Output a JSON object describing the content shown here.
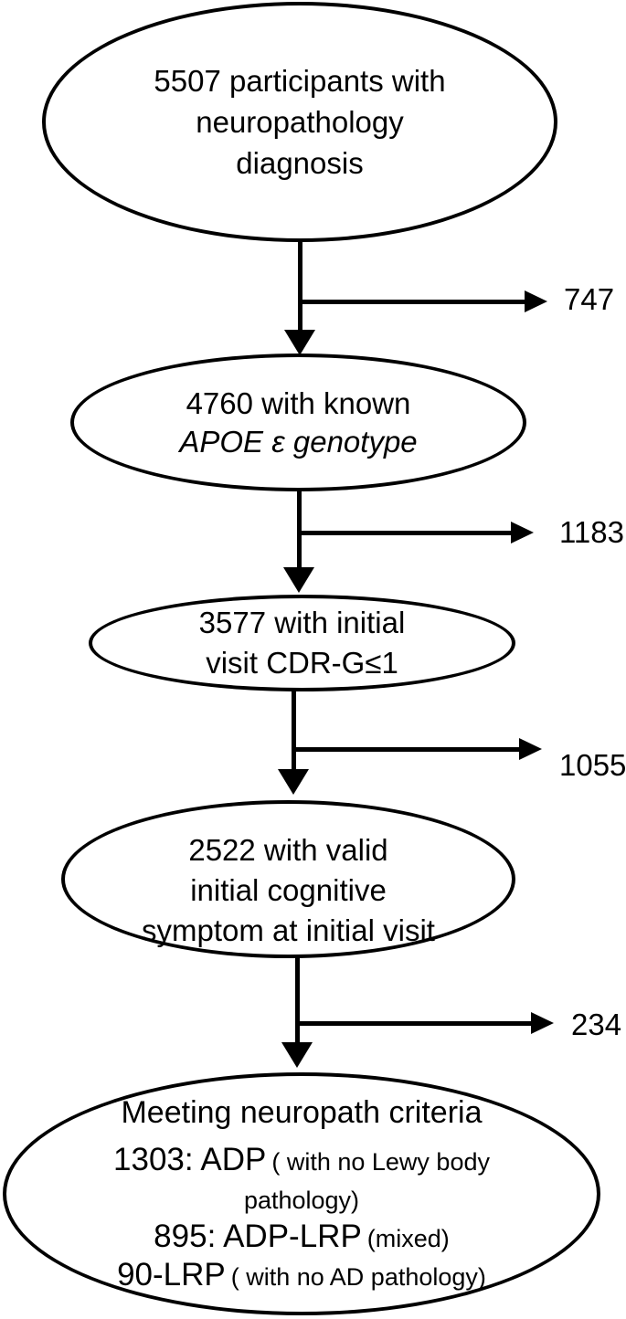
{
  "figure": {
    "type": "participant-selection-flowchart",
    "background_color": "#ffffff",
    "stroke_color": "#000000",
    "nodes": [
      {
        "id": "node-1",
        "lines": [
          "5507 participants with",
          "neuropathology",
          "diagnosis"
        ]
      },
      {
        "id": "node-2",
        "line1": "4760 with known",
        "line2_italic": "APOE ε genotype"
      },
      {
        "id": "node-3",
        "lines": [
          "3577 with initial",
          "visit CDR-G≤1"
        ]
      },
      {
        "id": "node-4",
        "lines": [
          "2522 with valid",
          "initial cognitive",
          "symptom at initial visit"
        ]
      },
      {
        "id": "node-5",
        "title": "Meeting neuropath criteria",
        "row1_big": "1303: ADP",
        "row1_small": "( with no Lewy body",
        "row2_small": "pathology)",
        "row3_big": "895: ADP-LRP",
        "row3_small": "(mixed)",
        "row4_big": "90-LRP",
        "row4_small": "( with no AD pathology)"
      }
    ],
    "exclusions": [
      {
        "after_node": "node-1",
        "label": "747"
      },
      {
        "after_node": "node-2",
        "label": "1183"
      },
      {
        "after_node": "node-3",
        "label": "1055"
      },
      {
        "after_node": "node-4",
        "label": "234"
      }
    ]
  }
}
